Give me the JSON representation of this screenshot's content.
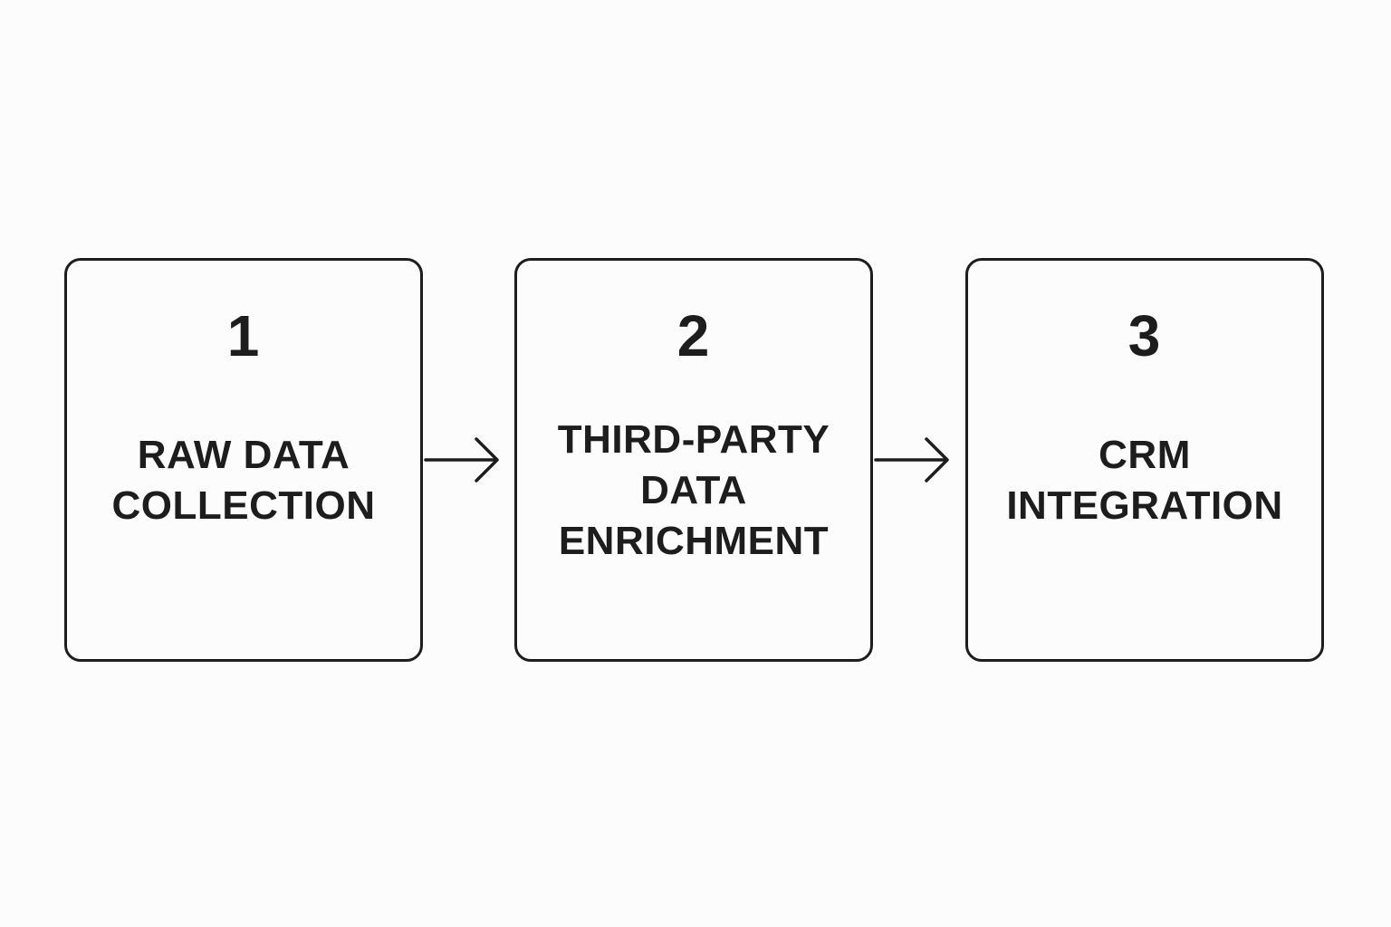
{
  "steps": [
    {
      "number": "1",
      "label": "RAW DATA\nCOLLECTION"
    },
    {
      "number": "2",
      "label": "THIRD-PARTY\nDATA\nENRICHMENT"
    },
    {
      "number": "3",
      "label": "CRM\nINTEGRATION"
    }
  ],
  "colors": {
    "background": "#fcfcfc",
    "stroke": "#1d1d1d",
    "text": "#1d1d1d"
  },
  "connectors": [
    {
      "from": "1",
      "to": "2",
      "icon": "arrow-right-icon"
    },
    {
      "from": "2",
      "to": "3",
      "icon": "arrow-right-icon"
    }
  ]
}
